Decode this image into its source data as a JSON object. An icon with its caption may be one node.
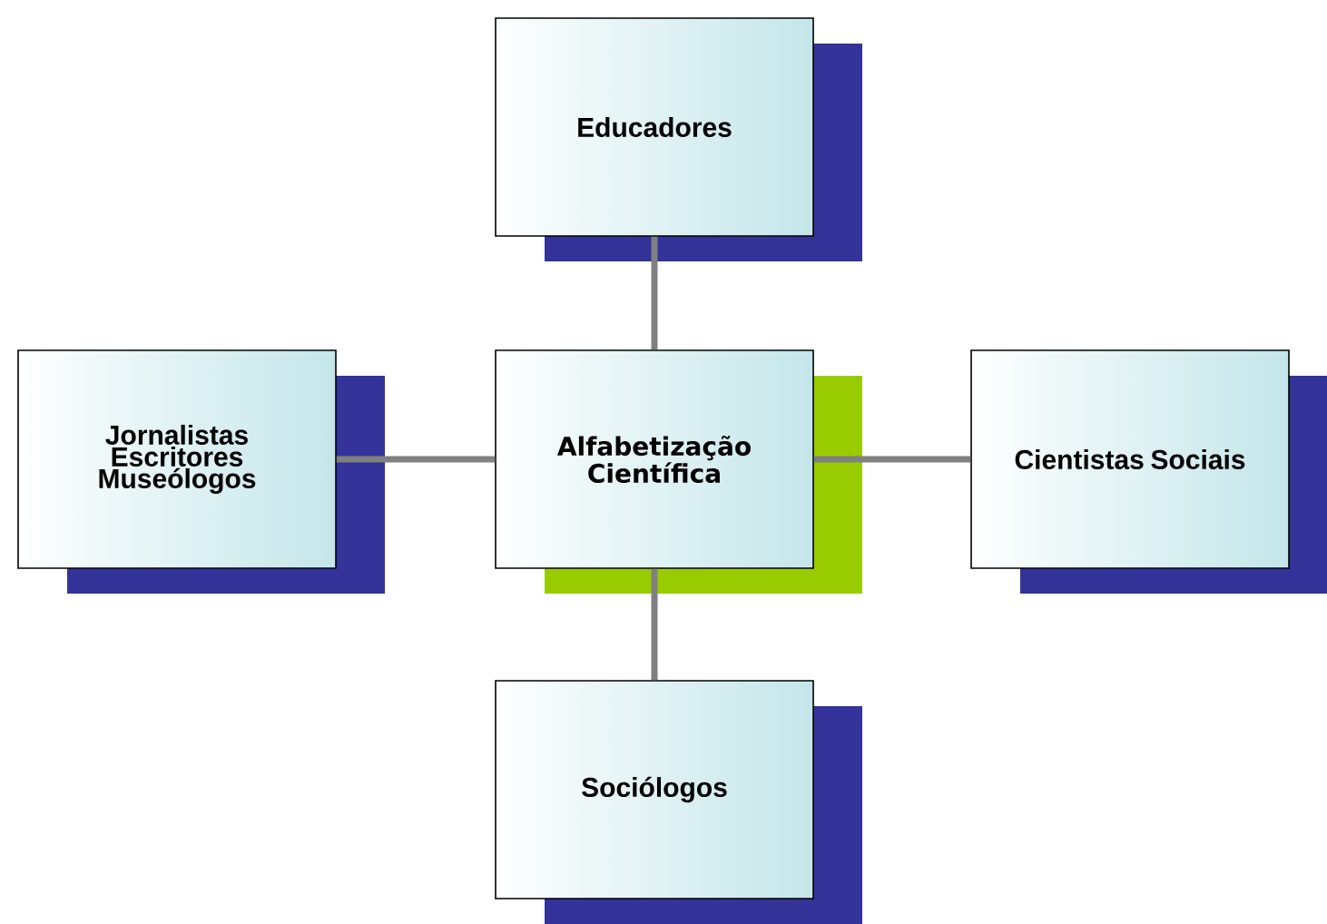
{
  "diagram": {
    "nodes": [
      {
        "text": [
          "Educadores"
        ]
      },
      {
        "text": [
          "Jornalistas Escritores Museólogos"
        ]
      },
      {
        "text": [
          "Alfabetização Científica"
        ]
      },
      {
        "text": [
          "Cientistas Sociais"
        ]
      },
      {
        "text": [
          "Sociólogos"
        ]
      }
    ],
    "edges": [
      {
        "from": 2,
        "to": 0,
        "arrow": "none"
      },
      {
        "from": 2,
        "to": 1,
        "arrow": "none"
      },
      {
        "from": 2,
        "to": 3,
        "arrow": "none"
      },
      {
        "from": 2,
        "to": 4,
        "arrow": "none"
      }
    ]
  }
}
